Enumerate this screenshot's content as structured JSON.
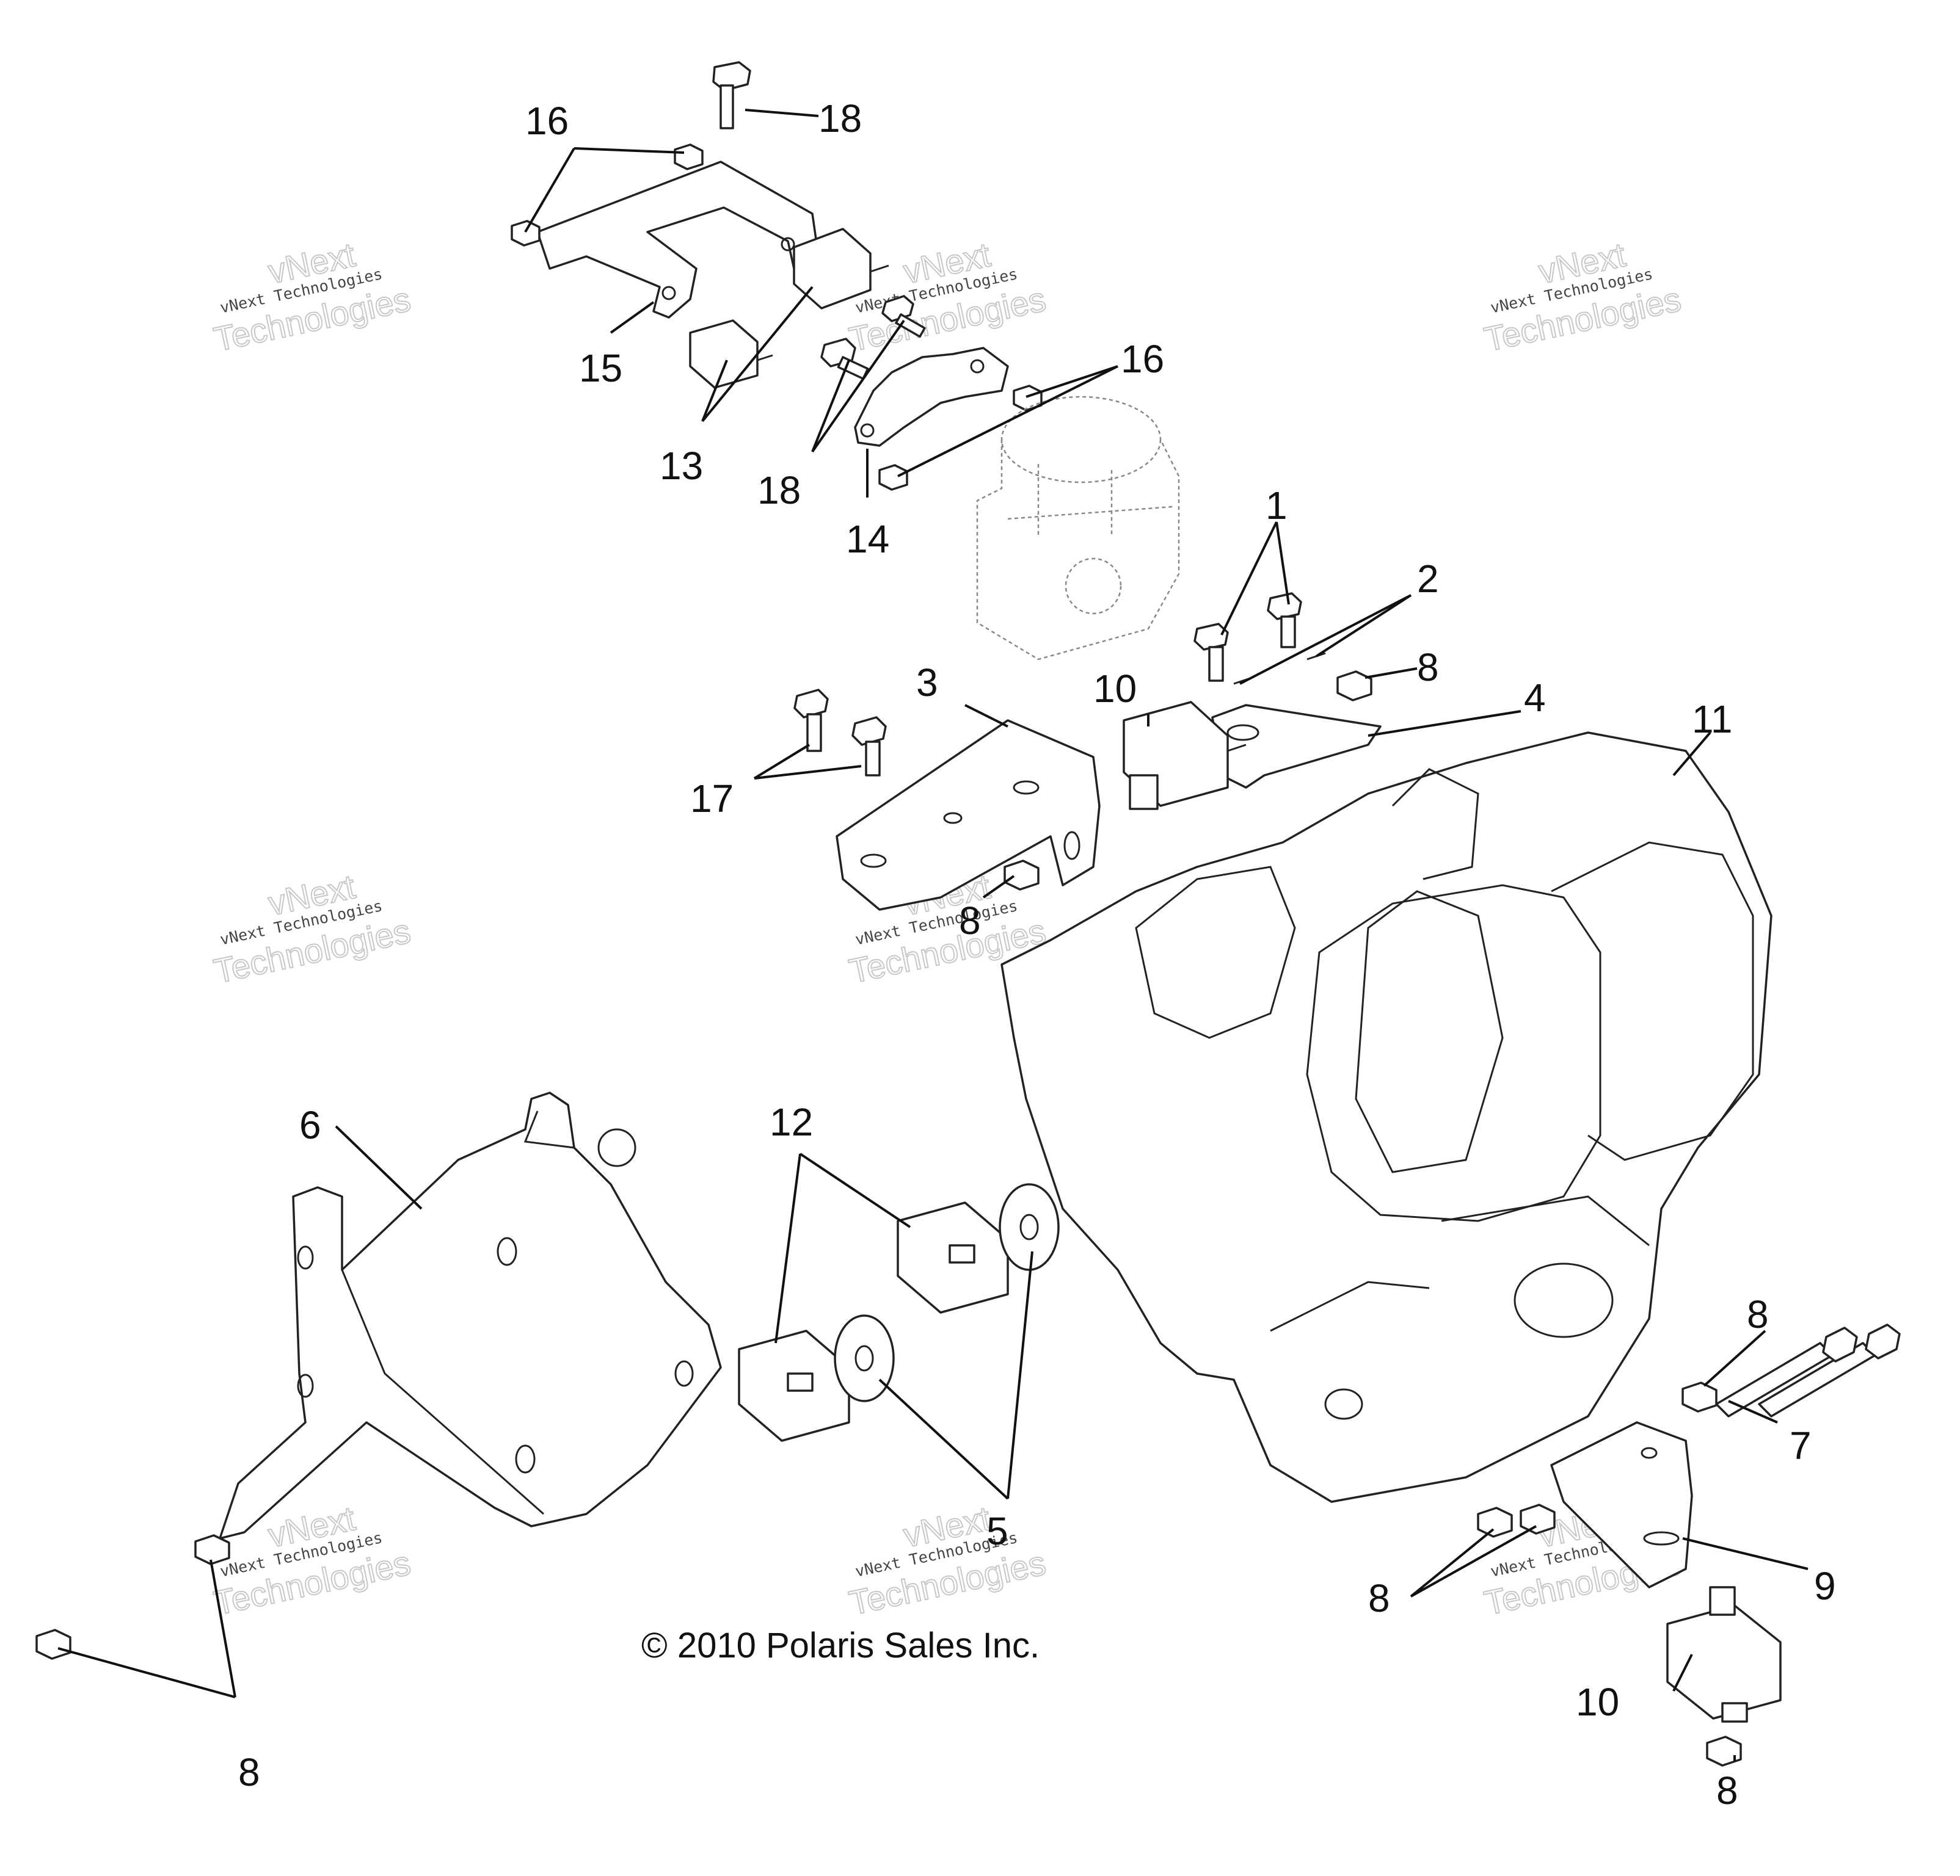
{
  "callouts": [
    "1",
    "2",
    "3",
    "4",
    "5",
    "6",
    "7",
    "8",
    "9",
    "10",
    "11",
    "12",
    "13",
    "14",
    "15",
    "16",
    "17",
    "18"
  ],
  "labels": {
    "l1": "1",
    "l2": "2",
    "l3": "3",
    "l4": "4",
    "l5": "5",
    "l6": "6",
    "l7": "7",
    "l8a": "8",
    "l8b": "8",
    "l8c": "8",
    "l8d": "8",
    "l8e": "8",
    "l8f": "8",
    "l9": "9",
    "l10a": "10",
    "l10b": "10",
    "l11": "11",
    "l12": "12",
    "l13": "13",
    "l14": "14",
    "l15": "15",
    "l16a": "16",
    "l16b": "16",
    "l17": "17",
    "l18a": "18",
    "l18b": "18"
  },
  "copyright": "© 2010 Polaris Sales Inc.",
  "watermark": {
    "line1": "vNext",
    "line2": "vNext Technologies",
    "line3": "Technologies"
  }
}
